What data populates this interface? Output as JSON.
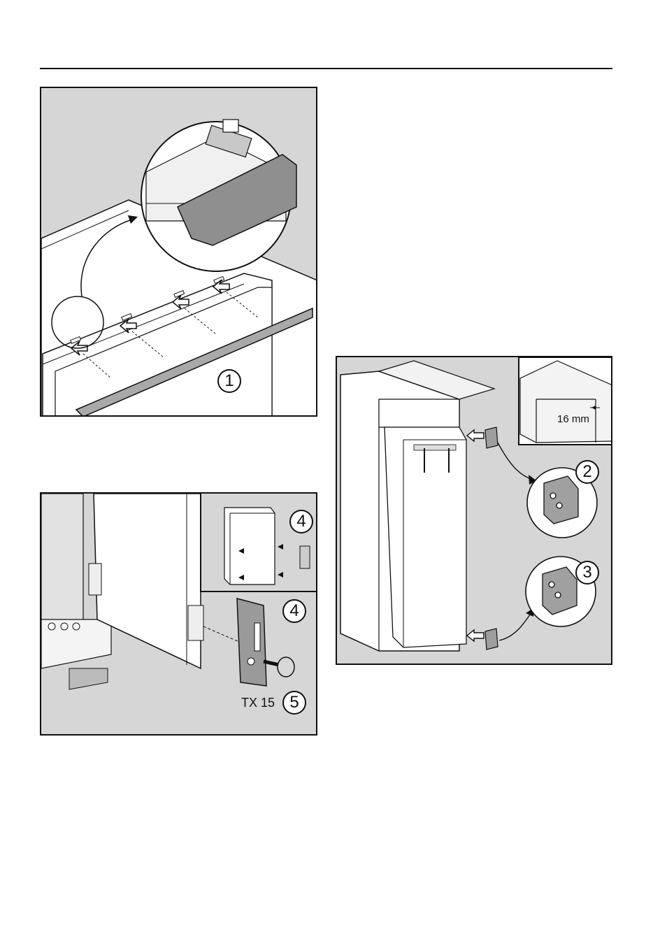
{
  "figure1": {
    "callout_1": "1"
  },
  "figure2": {
    "callout_4_inset": "4",
    "callout_4": "4",
    "tool_label": "TX 15",
    "callout_5": "5"
  },
  "figure3": {
    "dimension": "16 mm",
    "callout_2": "2",
    "callout_3": "3"
  }
}
